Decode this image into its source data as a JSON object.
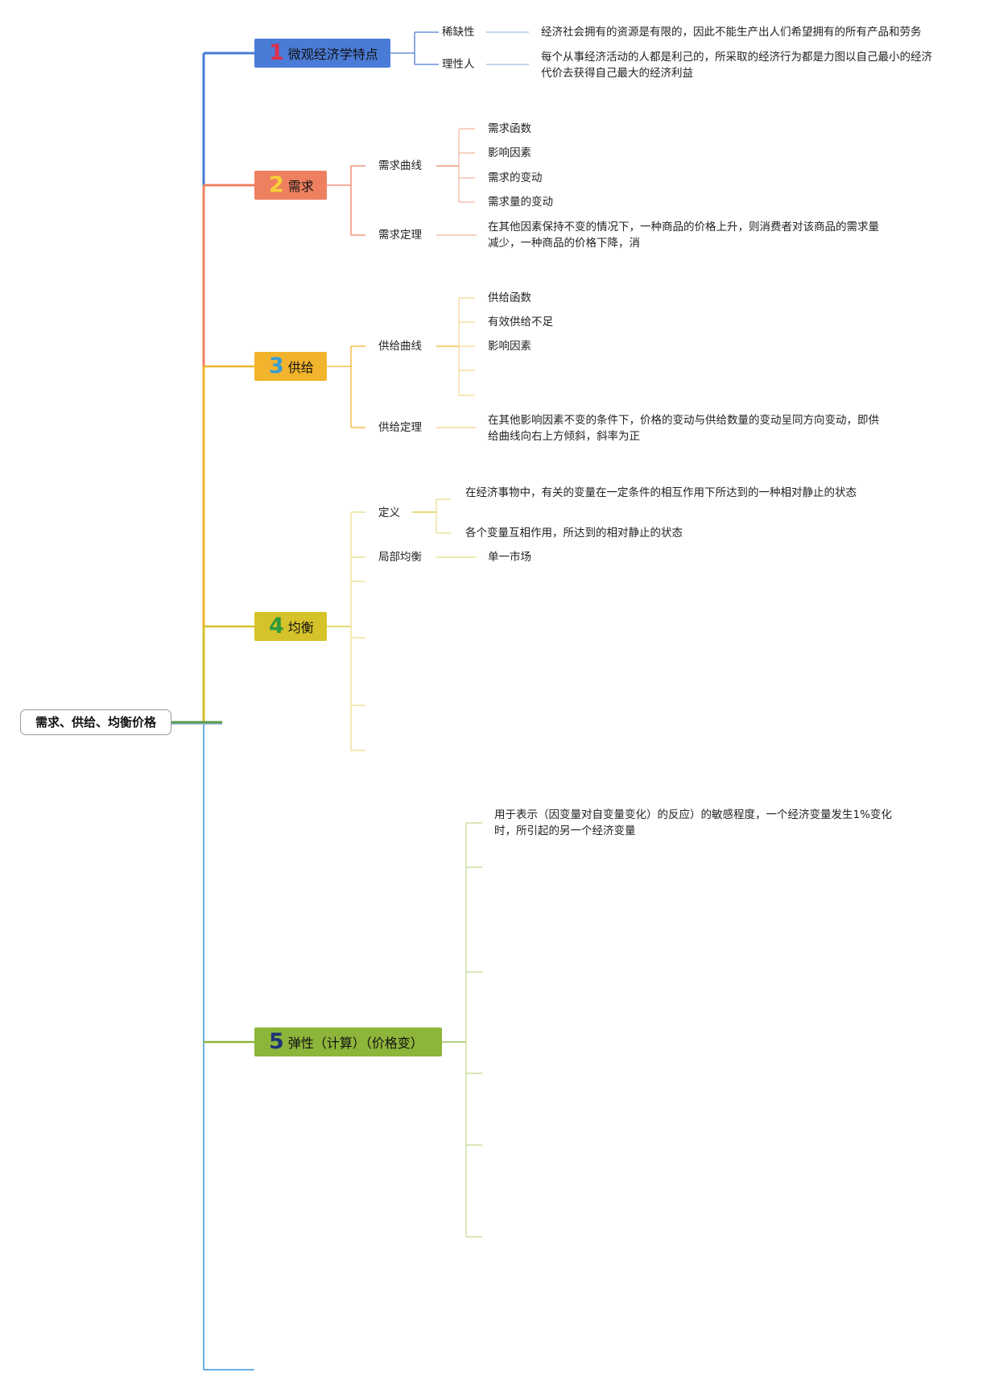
{
  "root": {
    "label": "需求、供给、均衡价格"
  },
  "branches": [
    {
      "number": "1",
      "label": "微观经济学特点",
      "color": "#4A7BD6",
      "number_color": "#E02E4C",
      "children": [
        {
          "label": "稀缺性",
          "detail": "经济社会拥有的资源是有限的，因此不能生产出人们希望拥有的所有产品和劳务"
        },
        {
          "label": "理性人",
          "detail": "每个从事经济活动的人都是利己的，所采取的经济行为都是力图以自己最小的经济代价去获得自己最大的经济利益"
        }
      ]
    },
    {
      "number": "2",
      "label": "需求",
      "color": "#EE8060",
      "number_color": "#F7D038",
      "children": [
        {
          "label": "需求曲线",
          "items": [
            "需求函数",
            "影响因素",
            "需求的变动",
            "需求量的变动"
          ]
        },
        {
          "label": "需求定理",
          "detail": "在其他因素保持不变的情况下，一种商品的价格上升，则消费者对该商品的需求量减少，一种商品的价格下降，消"
        }
      ]
    },
    {
      "number": "3",
      "label": "供给",
      "color": "#F2B42C",
      "number_color": "#3A9BD5",
      "children": [
        {
          "label": "供给曲线",
          "items": [
            "供给函数",
            "有效供给不足",
            "影响因素"
          ]
        },
        {
          "label": "供给定理",
          "detail": "在其他影响因素不变的条件下，价格的变动与供给数量的变动呈同方向变动，即供给曲线向右上方倾斜，斜率为正"
        }
      ]
    },
    {
      "number": "4",
      "label": "均衡",
      "color": "#D6C22A",
      "number_color": "#2E9A3A",
      "children": [
        {
          "label": "定义",
          "items": [
            "在经济事物中，有关的变量在一定条件的相互作用下所达到的一种相对静止的状态",
            "各个变量互相作用，所达到的相对静止的状态"
          ]
        },
        {
          "label": "局部均衡",
          "detail": "单一市场"
        }
      ]
    },
    {
      "number": "5",
      "label": "弹性（计算）（价格变）",
      "color": "#8DB53A",
      "number_color": "#1E3478",
      "children": [
        {
          "detail": "用于表示（因变量对自变量变化）的反应）的敏感程度，一个经济变量发生1%变化时，所引起的另一个经济变量"
        }
      ]
    }
  ],
  "colors": {
    "trunk_blue": "#4A7BD6",
    "trunk_orange": "#EE8060",
    "trunk_yellow": "#F2B42C",
    "trunk_gold": "#D6C22A",
    "trunk_green": "#8DB53A",
    "trunk_lower": "#3A96D8"
  }
}
